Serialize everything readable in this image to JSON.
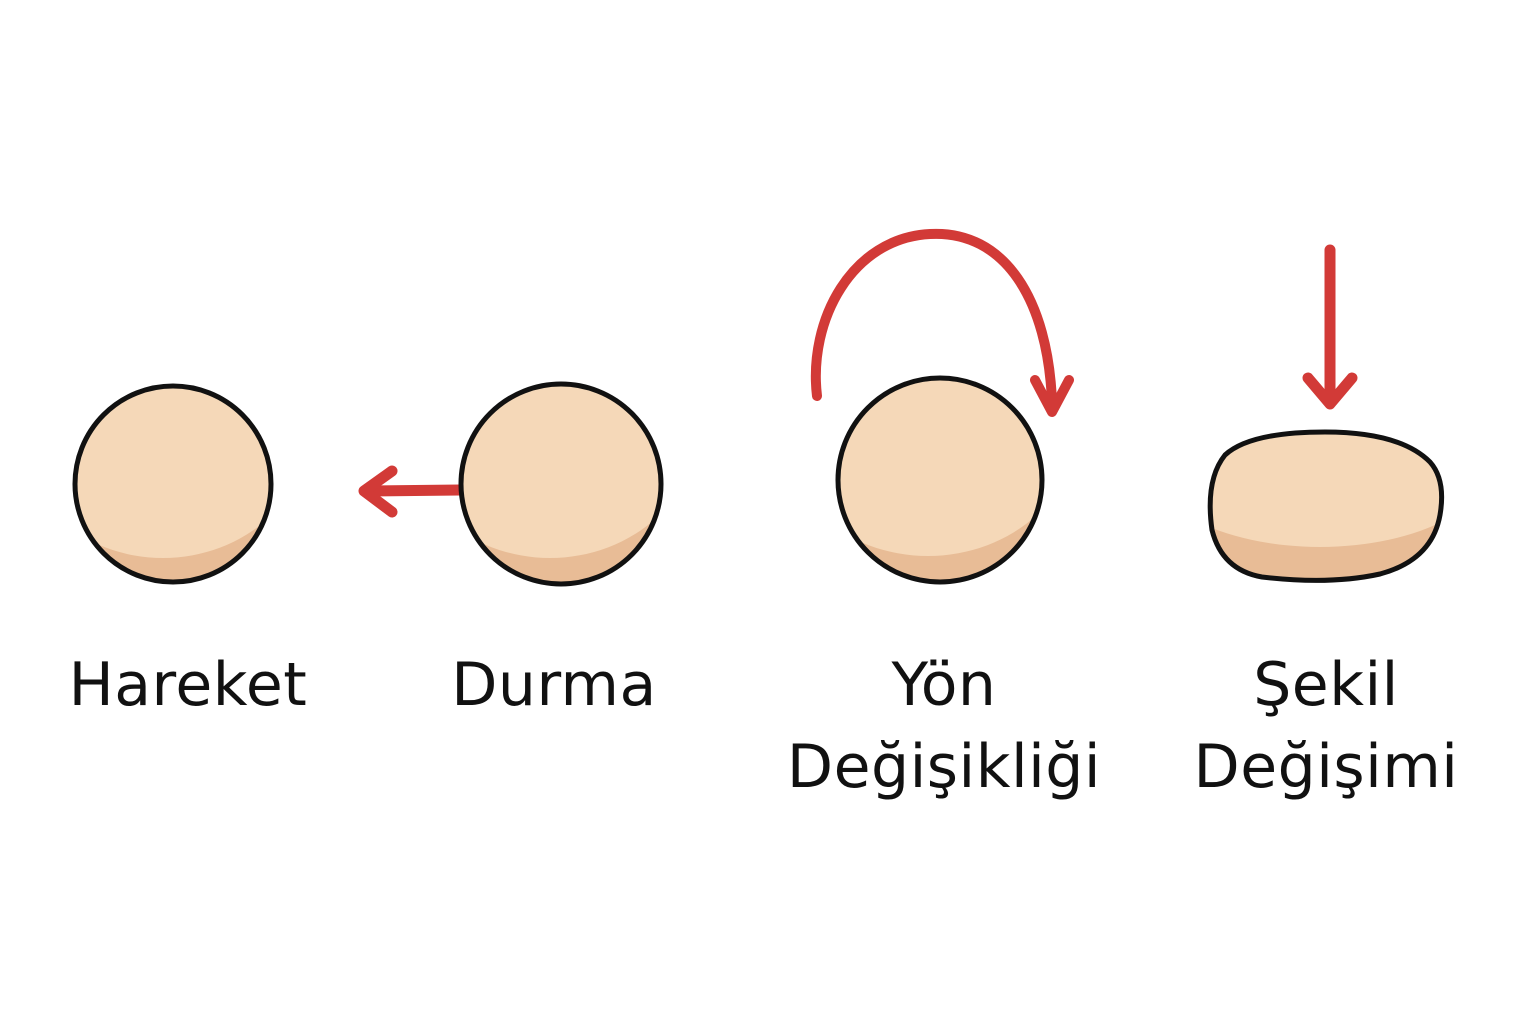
{
  "colors": {
    "ball_fill": "#f5d8b8",
    "ball_shadow": "#e8bc96",
    "outline": "#111111",
    "arrow": "#d23a37",
    "text": "#111111",
    "background": "#ffffff"
  },
  "panels": [
    {
      "id": "hareket",
      "label_lines": [
        "Hareket"
      ],
      "shape": "circle",
      "arrow": "none"
    },
    {
      "id": "durma",
      "label_lines": [
        "Durma"
      ],
      "shape": "circle",
      "arrow": "left"
    },
    {
      "id": "yon-degisikligi",
      "label_lines": [
        "Yön",
        "Değişikliği"
      ],
      "shape": "circle",
      "arrow": "curved"
    },
    {
      "id": "sekil-degisimi",
      "label_lines": [
        "Şekil",
        "Değişimi"
      ],
      "shape": "squashed-oval",
      "arrow": "down"
    }
  ]
}
